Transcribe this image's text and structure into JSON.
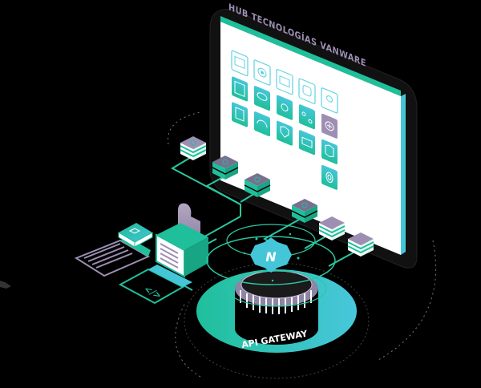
{
  "hub": {
    "title": "HUB TECNOLOGÍAS VANWARE",
    "icons_row1": [
      "window-chart-icon",
      "target-icon",
      "image-icon",
      "train-icon",
      "map-pin-icon"
    ],
    "icons_row2": [
      "sidebar-layout-icon",
      "cloud-network-icon",
      "circuit-brain-icon",
      "network-nodes-icon",
      "plus-circle-icon"
    ],
    "icons_row3": [
      "code-file-icon",
      "headset-icon",
      "shield-check-icon",
      "laptop-location-icon",
      "cube-icon"
    ],
    "icons_row4": [
      "fingerprint-icon"
    ]
  },
  "gateway": {
    "label": "API GATEWAY",
    "logo": "N"
  },
  "colors": {
    "background": "#000000",
    "teal": "#1fbf9b",
    "teal_light": "#3fd0b6",
    "cyan": "#45c6d8",
    "lavender": "#9d8fb3",
    "white": "#ffffff",
    "line": "#2bc7a0"
  }
}
